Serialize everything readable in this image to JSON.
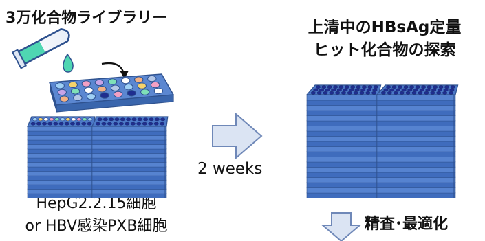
{
  "library_title": "3万化合物ライブラリー",
  "screen_title": {
    "line1": "上清中のHBsAg定量",
    "line2": "ヒット化合物の探索"
  },
  "duration_label": "2 weeks",
  "cell_lines": {
    "line1": "HepG2.2.15細胞",
    "line2": "or HBV感染PXB細胞"
  },
  "next_step_label": "精査･最適化",
  "colors": {
    "plate_blue": "#4472c4",
    "plate_dark": "#2f528f",
    "well_dark": "#1f2e8f",
    "liquid": "#4fd6b2",
    "arrow_fill": "#dbe4f3",
    "arrow_stroke": "#6f88b8"
  },
  "icons": {
    "tube": "test-tube-icon",
    "drop": "droplet-icon",
    "arrow_right": "right-arrow-icon",
    "arrow_down": "down-arrow-icon"
  }
}
